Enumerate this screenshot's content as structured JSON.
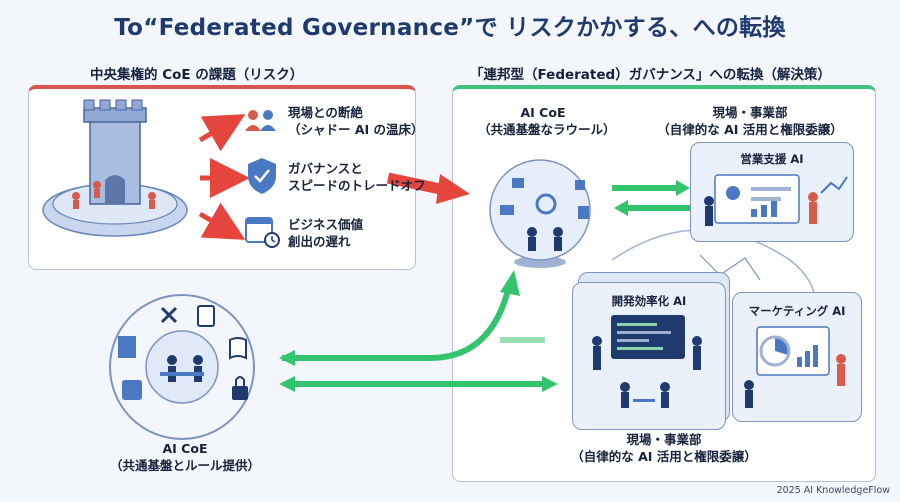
{
  "title": "To“Federated Governance”で リスクかかする、への転換",
  "left_section": {
    "title": "中央集権的 CoE の課題（リスク）",
    "risks": [
      {
        "line1": "現場との断絶",
        "line2": "（シャドー AI の温床）",
        "icon": "people-icon"
      },
      {
        "line1": "ガバナンスと",
        "line2": "スピードのトレードオフ",
        "icon": "shield-check-icon"
      },
      {
        "line1": "ビジネス価値",
        "line2": "創出の遅れ",
        "icon": "calendar-clock-icon"
      }
    ]
  },
  "right_section": {
    "title": "「連邦型（Federated）ガバナンス」への転換（解決策）",
    "coe_title": "AI CoE",
    "coe_sub": "（共通基盤なラウール）",
    "field_top_title": "現場・事業部",
    "field_top_sub": "（自律的な AI 活用と権限委譲）",
    "cards": [
      {
        "title": "営業支援 AI"
      },
      {
        "title": "開発効率化 AI"
      },
      {
        "title": "マーケティング AI"
      }
    ],
    "field_bottom_title": "現場・事業部",
    "field_bottom_sub": "（自律的な AI 活用と権限委譲）"
  },
  "bottom_coe": {
    "title": "AI CoE",
    "sub": "（共通基盤とルール提供）"
  },
  "footer": "2025 AI KnowledgeFlow",
  "colors": {
    "red": "#e5453c",
    "green": "#35c46e",
    "navy": "#1f3a6e",
    "blue": "#4a78c2"
  }
}
